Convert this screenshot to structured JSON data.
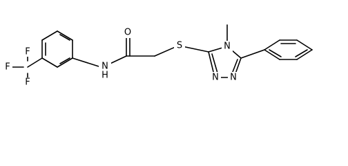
{
  "structure": {
    "atoms": {
      "o": "O",
      "nh": "N",
      "nh_h": "H",
      "s": "S",
      "n4": "N",
      "methyl": "CH3",
      "n_left": "N",
      "n_right": "N",
      "cf3_c": "C",
      "f_top": "F",
      "f_left": "F",
      "f_bottom": "F"
    },
    "colors": {
      "bond": "#000000",
      "label": "#000000",
      "background": "#ffffff"
    }
  }
}
